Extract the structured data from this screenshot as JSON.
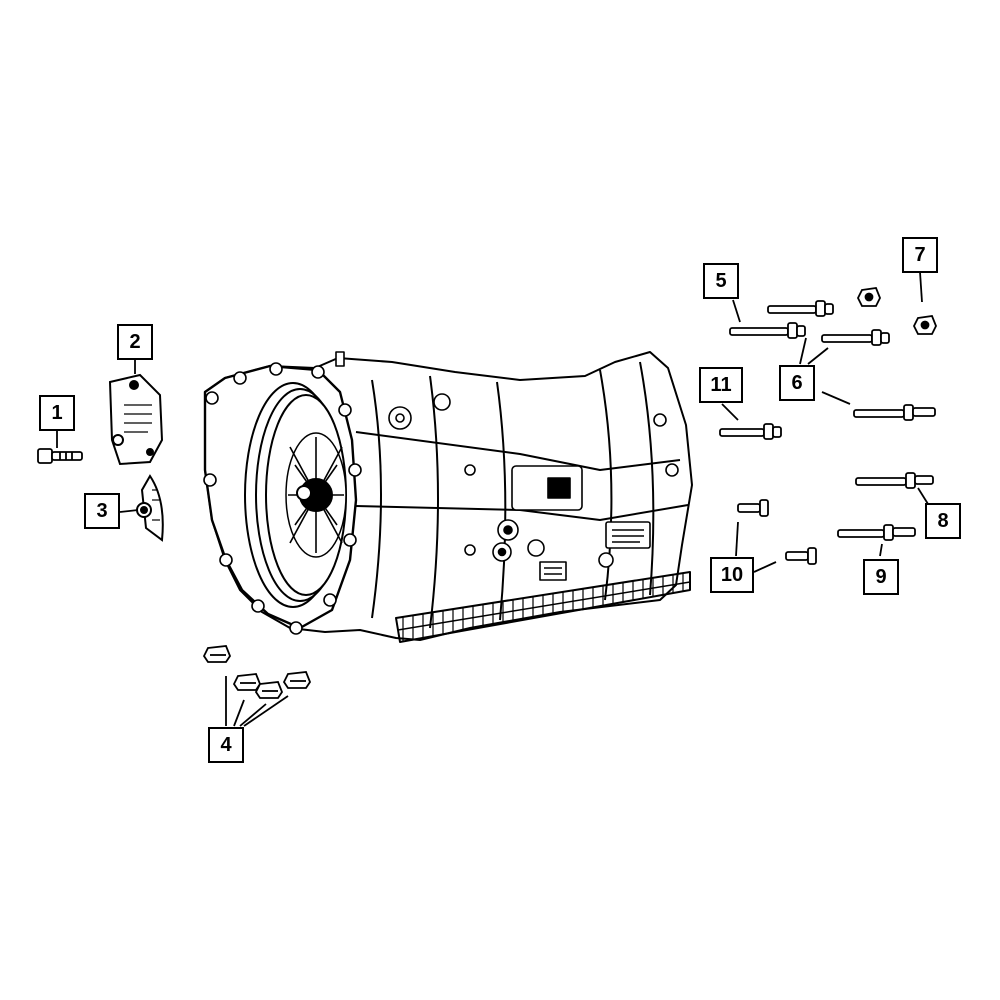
{
  "callouts": {
    "c1": "1",
    "c2": "2",
    "c3": "3",
    "c4": "4",
    "c5": "5",
    "c6": "6",
    "c7": "7",
    "c8": "8",
    "c9": "9",
    "c10": "10",
    "c11": "11"
  },
  "line_color": "#000000",
  "background": "#ffffff"
}
